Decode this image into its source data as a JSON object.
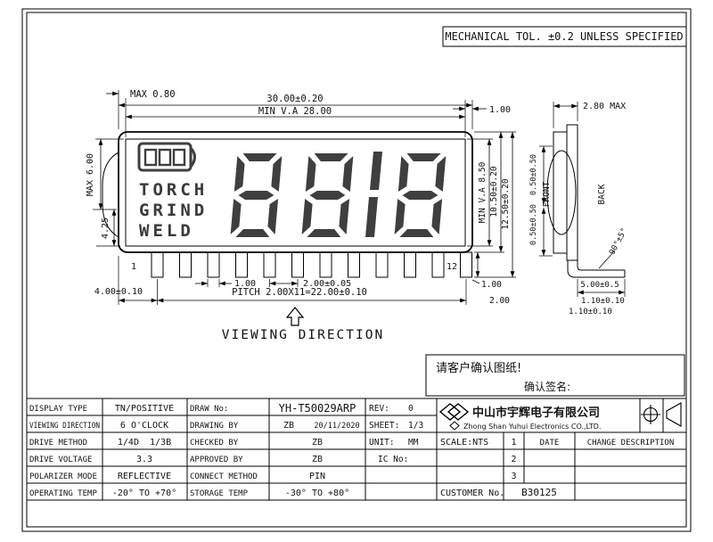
{
  "notes": {
    "tolerance": "MECHANICAL TOL. ±0.2 UNLESS SPECIFIED",
    "viewing_direction": "VIEWING DIRECTION",
    "confirm_drawing": "请客户确认图纸!",
    "confirm_sign": "确认签名:"
  },
  "lcd": {
    "legend1": "TORCH",
    "legend2": "GRIND",
    "legend3": "WELD",
    "pin_first": "1",
    "pin_last": "12"
  },
  "dims": {
    "top_max": "MAX 0.80",
    "width_total": "30.00±0.20",
    "width_va": "MIN V.A 28.00",
    "top_right_gap": "1.00",
    "left_max_height": "MAX 6.00",
    "left_offset": "4.25",
    "va_height": "MIN V.A 8.50",
    "glass_height": "10.50±0.20",
    "total_height": "12.50±0.20",
    "pin_offset": "4.00±0.10",
    "pin_width": "1.00",
    "pin_pitch": "2.00±0.05",
    "pitch_total": "PITCH 2.00X11=22.00±0.10",
    "bottom_right_gap": "1.00",
    "pin_length": "2.00",
    "side_thickness": "2.80 MAX",
    "side_gap_front": "0.50±0.50",
    "side_gap_back": "0.50±0.50",
    "front_label": "FRONT",
    "back_label": "BACK",
    "bend_angle": "90°±5°",
    "side_pin_len": "5.00±0.5",
    "side_pin_a": "1.10±0.10",
    "side_pin_b": "1.10±0.10"
  },
  "titleblock": {
    "left": [
      {
        "label": "DISPLAY TYPE",
        "value": "TN/POSITIVE"
      },
      {
        "label": "VIEWING DIRECTION",
        "value": "6 O'CLOCK"
      },
      {
        "label": "DRIVE METHOD",
        "value": "1/4D  1/3B"
      },
      {
        "label": "DRIVE VOLTAGE",
        "value": "3.3"
      },
      {
        "label": "POLARIZER MODE",
        "value": "REFLECTIVE"
      },
      {
        "label": "OPERATING TEMP",
        "value": "-20° TO +70°"
      }
    ],
    "mid": [
      {
        "label": "DRAW No:",
        "value": "YH-T50029ARP"
      },
      {
        "label": "DRAWING BY",
        "value": "ZB",
        "extra": "20/11/2020"
      },
      {
        "label": "CHECKED BY",
        "value": "ZB"
      },
      {
        "label": "APPROVED BY",
        "value": "ZB"
      },
      {
        "label": "CONNECT METHOD",
        "value": "PIN"
      },
      {
        "label": "STORAGE TEMP",
        "value": "-30° TO +80°"
      }
    ],
    "info": [
      {
        "label": "REV:",
        "value": "0"
      },
      {
        "label": "SHEET:",
        "value": "1/3"
      },
      {
        "label": "UNIT:",
        "value": "MM"
      },
      {
        "label": "IC No:",
        "value": ""
      }
    ],
    "company_cn": "中山市宇辉电子有限公司",
    "company_en": "Zhong Shan Yuhui Electronics CO.,LTD.",
    "scale": "SCALE:NTS",
    "date_header": "DATE",
    "change_header": "CHANGE DESCRIPTION",
    "rev_no_1": "1",
    "rev_no_2": "2",
    "rev_no_3": "3",
    "customer_label": "CUSTOMER No.",
    "customer_value": "B30125"
  }
}
